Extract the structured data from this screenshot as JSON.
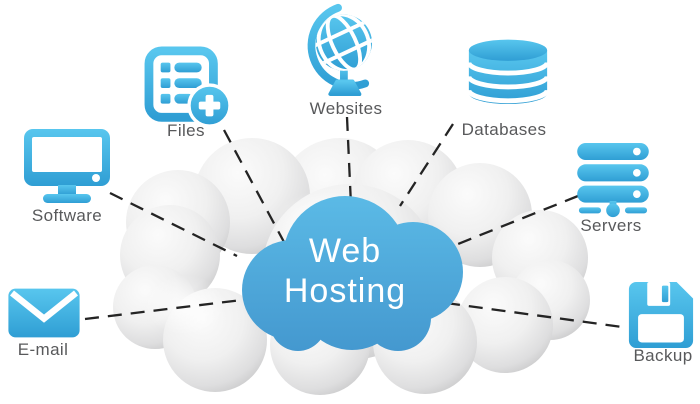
{
  "diagram": {
    "title": {
      "line1": "Web",
      "line2": "Hosting"
    },
    "nodes": [
      {
        "id": "software",
        "label": "Software"
      },
      {
        "id": "files",
        "label": "Files"
      },
      {
        "id": "websites",
        "label": "Websites"
      },
      {
        "id": "databases",
        "label": "Databases"
      },
      {
        "id": "servers",
        "label": "Servers"
      },
      {
        "id": "email",
        "label": "E-mail"
      },
      {
        "id": "backup",
        "label": "Backup"
      }
    ],
    "icons": [
      "software-monitor-icon",
      "files-document-plus-icon",
      "websites-globe-icon",
      "databases-cylinder-icon",
      "servers-rack-icon",
      "email-envelope-icon",
      "backup-floppy-icon"
    ],
    "colors": {
      "icon_blue_light": "#58c6ee",
      "icon_blue_dark": "#2f9ed4",
      "center_cloud_blue_light": "#5bbae6",
      "center_cloud_blue_dark": "#4498cf",
      "gray_cloud": "#c8c8c9",
      "label_gray": "#58595b",
      "connector_black": "#242424",
      "title_white": "#ffffff"
    }
  }
}
